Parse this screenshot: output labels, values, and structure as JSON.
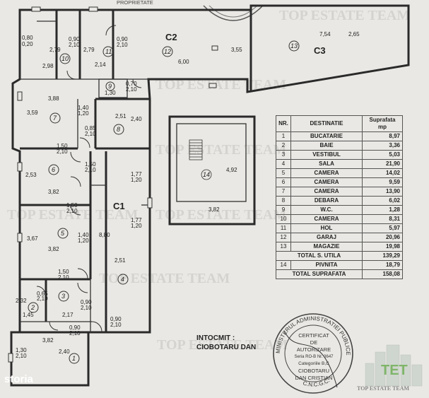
{
  "header": {
    "label": "PROPRIETATE"
  },
  "watermark": "TOP ESTATE TEAM",
  "zones": {
    "c1": "C1",
    "c2": "C2",
    "c3": "C3"
  },
  "rooms": {
    "r1": "1",
    "r2": "2",
    "r3": "3",
    "r4": "4",
    "r5": "5",
    "r6": "6",
    "r7": "7",
    "r8": "8",
    "r9": "9",
    "r10": "10",
    "r11": "11",
    "r12": "12",
    "r13": "13",
    "r14": "14"
  },
  "dims": {
    "d080": "0,80",
    "d020": "0,20",
    "d279a": "2,79",
    "d279b": "2,79",
    "d298": "2,98",
    "d214": "2,14",
    "d090a": "0,90",
    "d210a": "2,10",
    "d090b": "0,90",
    "d210b": "2,10",
    "d600": "6,00",
    "d355": "3,55",
    "d754": "7,54",
    "d265": "2,65",
    "d130a": "1,30",
    "d070": "0,70",
    "d210c": "2,10",
    "d388": "3,88",
    "d359": "3,59",
    "d140a": "1,40",
    "d120a": "1,20",
    "d251a": "2,51",
    "d240a": "2,40",
    "d085": "0,85",
    "d210d": "2,10",
    "d150a": "1,50",
    "d210e": "2,10",
    "d253": "2,53",
    "d382a": "3,82",
    "d150b": "1,50",
    "d210f": "2,10",
    "d177a": "1,77",
    "d120b": "1,20",
    "d177b": "1,77",
    "d120c": "1,20",
    "d150c": "1,50",
    "d210g": "2,10",
    "d367": "3,67",
    "d140b": "1,40",
    "d120d": "1,20",
    "d382b": "3,82",
    "d880": "8,80",
    "d251b": "2,51",
    "d150d": "1,50",
    "d210h": "2,10",
    "d232": "2,32",
    "d065": "0,65",
    "d210i": "2,10",
    "d145": "1,45",
    "d217": "2,17",
    "d090c": "0,90",
    "d210j": "2,10",
    "d090d": "0,90",
    "d210k": "2,10",
    "d090e": "0,90",
    "d210l": "2,10",
    "d382c": "3,82",
    "d240b": "2,40",
    "d130b": "1,30",
    "d210m": "2,10",
    "d492": "4,92",
    "d382d": "3,82"
  },
  "table": {
    "headers": [
      "NR.",
      "DESTINATIE",
      "Suprafata mp"
    ],
    "rows": [
      {
        "nr": "1",
        "name": "BUCATARIE",
        "area": "8,97"
      },
      {
        "nr": "2",
        "name": "BAIE",
        "area": "3,36"
      },
      {
        "nr": "3",
        "name": "VESTIBUL",
        "area": "5,03"
      },
      {
        "nr": "4",
        "name": "SALA",
        "area": "21,90"
      },
      {
        "nr": "5",
        "name": "CAMERA",
        "area": "14,02"
      },
      {
        "nr": "6",
        "name": "CAMERA",
        "area": "9,59"
      },
      {
        "nr": "7",
        "name": "CAMERA",
        "area": "13,90"
      },
      {
        "nr": "8",
        "name": "DEBARA",
        "area": "6,02"
      },
      {
        "nr": "9",
        "name": "W.C.",
        "area": "1,28"
      },
      {
        "nr": "10",
        "name": "CAMERA",
        "area": "8,31"
      },
      {
        "nr": "11",
        "name": "HOL",
        "area": "5,97"
      },
      {
        "nr": "12",
        "name": "GARAJ",
        "area": "20,96"
      },
      {
        "nr": "13",
        "name": "MAGAZIE",
        "area": "19,98"
      }
    ],
    "total_useful": {
      "label": "TOTAL S. UTILA",
      "area": "139,29"
    },
    "basement": {
      "nr": "14",
      "name": "PIVNITA",
      "area": "18,79"
    },
    "total": {
      "label": "TOTAL SUPRAFATA",
      "area": "158,08"
    }
  },
  "prepared_by": {
    "line1": "INTOCMIT :",
    "line2": "CIOBOTARU DAN"
  },
  "stamp": {
    "ring": "MINISTERUL ADMINISTRATIEI PUBLICE",
    "bottom": "C.N.C.G.C.",
    "l1": "CERTIFICAT",
    "l2": "DE",
    "l3": "AUTORIZARE",
    "l4": "Seria RO-B Nr. 3647",
    "l5": "Categoriile B,C",
    "l6": "CIOBOTARU",
    "l7": "DAN CRISTIAN"
  },
  "branding": {
    "storia": "storia",
    "logo_text": "TET",
    "caption": "TOP ESTATE TEAM"
  }
}
